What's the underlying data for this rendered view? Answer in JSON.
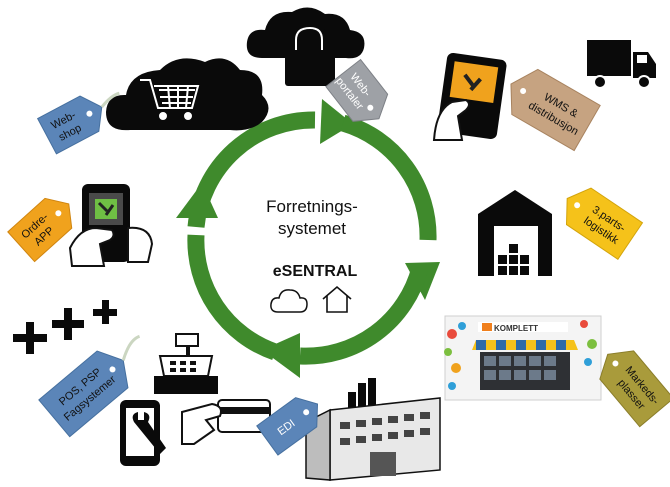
{
  "center": {
    "title_line1": "Forretnings-",
    "title_line2": "systemet",
    "brand": "eSENTRAL",
    "icons": [
      "cloud-icon",
      "house-icon"
    ]
  },
  "tags": {
    "webshop": "Web-\nshop",
    "webportaler": "Web-\nportaler",
    "wms": "WMS &\ndistribusjon",
    "ordreapp": "Ordre-\nAPP",
    "logistikk": "3.parts-\nlogistikk",
    "pos": "POS, PSP\nFagsystemer",
    "edi": "EDI",
    "markedsplasser": "Markeds-\nplasser"
  },
  "marketplace": {
    "brand": "KOMPLETT"
  },
  "symbols": {
    "plus": "+++"
  },
  "colors": {
    "cycle_green": "#3f8a2c",
    "tag_blue": "#5b85b8",
    "tag_gray": "#9ea1a6",
    "tag_tan": "#c6a381",
    "tag_orange": "#f0a21d",
    "tag_yellow": "#f5c21a",
    "tag_olive": "#a99b3b"
  }
}
